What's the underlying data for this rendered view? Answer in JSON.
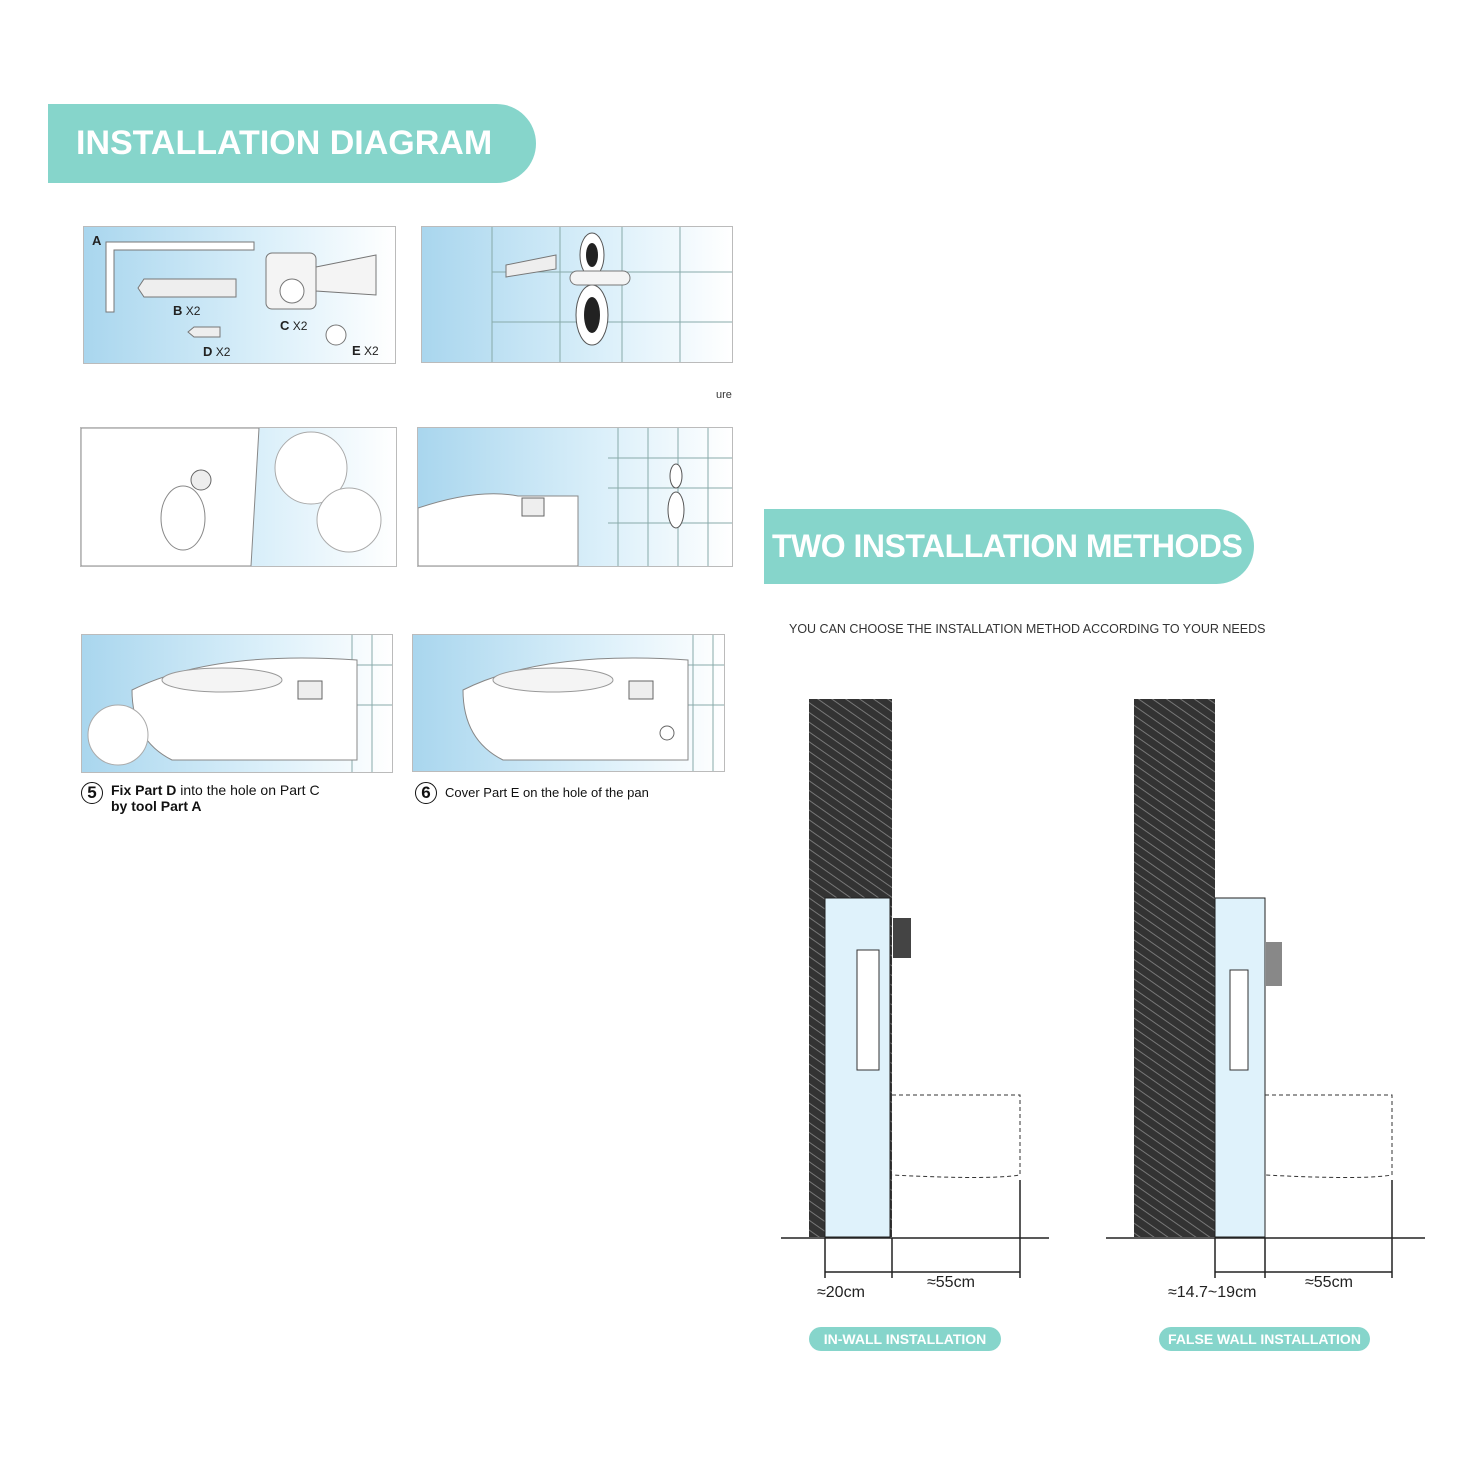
{
  "installation_diagram": {
    "title": "INSTALLATION DIAGRAM",
    "parts": {
      "a": "A",
      "b": "B",
      "b_qty": "X2",
      "c": "C",
      "c_qty": "X2",
      "d": "D",
      "d_qty": "X2",
      "e": "E",
      "e_qty": "X2"
    },
    "fragment": "ure",
    "steps": [
      {
        "number": "5",
        "bold": "Fix Part D",
        "text": " into the hole on Part C",
        "line2": "by tool Part A"
      },
      {
        "number": "6",
        "bold": "Cover Part E",
        "text": " on the hole of the  pan"
      }
    ]
  },
  "methods": {
    "title": "TWO INSTALLATION METHODS",
    "subtitle": "YOU CAN CHOOSE THE INSTALLATION METHOD ACCORDING TO YOUR NEEDS",
    "in_wall": {
      "depth": "≈20cm",
      "projection": "≈55cm",
      "label": "IN-WALL INSTALLATION"
    },
    "false_wall": {
      "depth": "≈14.7~19cm",
      "projection": "≈55cm",
      "label": "FALSE WALL INSTALLATION"
    }
  },
  "colors": {
    "accent": "#86d5cb"
  }
}
